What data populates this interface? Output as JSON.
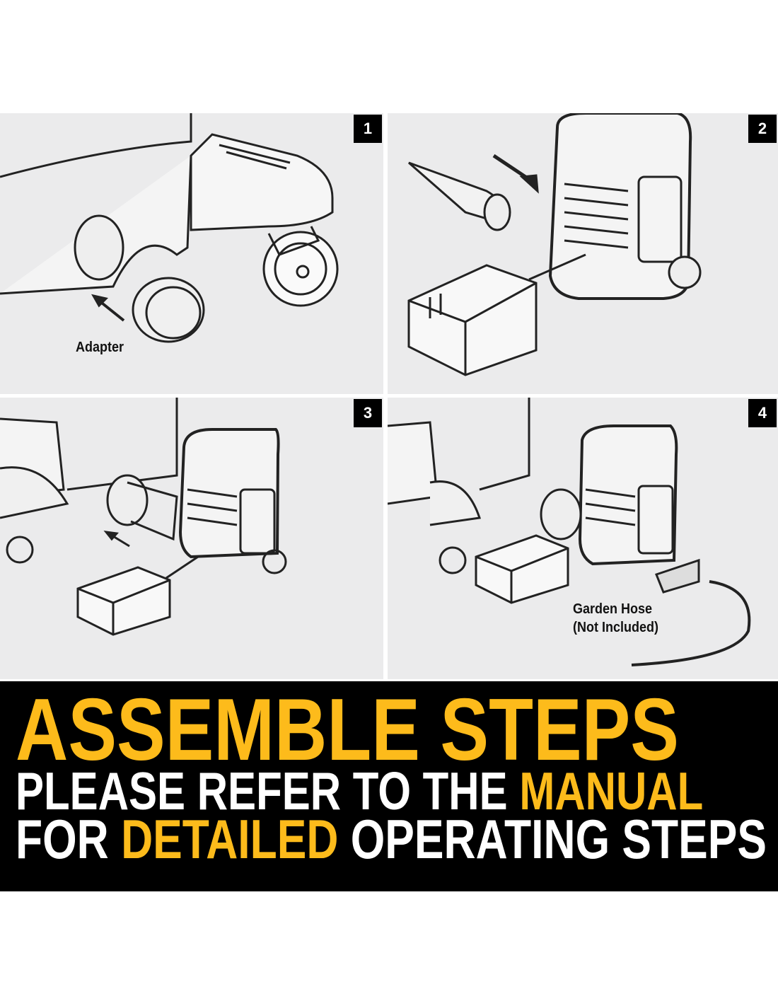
{
  "panels": [
    {
      "number": "1",
      "label": "Adapter"
    },
    {
      "number": "2"
    },
    {
      "number": "3"
    },
    {
      "number": "4",
      "label_line1": "Garden Hose",
      "label_line2": "(Not Included)"
    }
  ],
  "banner": {
    "title": "ASSEMBLE STEPS",
    "line2_a": "PLEASE REFER TO THE ",
    "line2_b": "MANUAL",
    "line3_a": "FOR ",
    "line3_b": "DETAILED",
    "line3_c": " OPERATING STEPS"
  },
  "colors": {
    "accent": "#fdbb1b",
    "panel_bg": "#ebebec",
    "band": "#000000"
  }
}
